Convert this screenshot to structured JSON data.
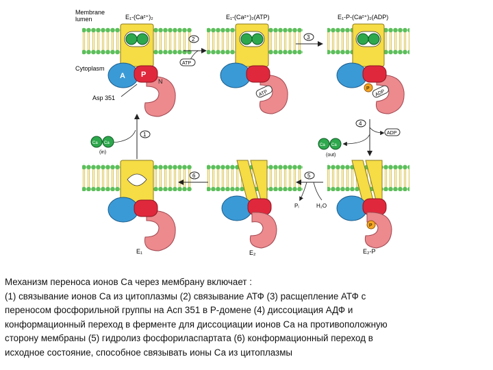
{
  "labels": {
    "membrane": "Membrane",
    "lumen": "lumen",
    "cytoplasm": "Cytoplasm",
    "asp": "Asp 351",
    "domain_a": "A",
    "domain_p": "P",
    "domain_n": "N",
    "atp": "ATP",
    "adp": "ADP",
    "phosphate_p": "P",
    "ca": "Ca",
    "ca_in": "(in)",
    "ca_out": "(out)",
    "pi": "Pᵢ",
    "h2o": "H₂O"
  },
  "states": {
    "s1": {
      "label": "E₁-(Ca²⁺)₂"
    },
    "s2": {
      "label": "E₁-(Ca²⁺)₂(ATP)"
    },
    "s3": {
      "label": "E₁-P-(Ca²⁺)₂(ADP)"
    },
    "s4": {
      "label": "E₂-P"
    },
    "s5": {
      "label": "E₂"
    },
    "s6": {
      "label": "E₁"
    }
  },
  "steps": [
    "2",
    "3",
    "4",
    "5",
    "6",
    "1"
  ],
  "caption": [
    "Механизм переноса  ионов Са через мембрану включает :",
    "(1)  связывание ионов Са из цитоплазмы (2) связывание АТФ (3) расщепление АТФ с",
    "переносом фосфорильной группы на Асп 351  в Р-домене  (4) диссоциация АДФ и",
    "конформационный переход в ферменте для диссоциации ионов Са на противоположную",
    "сторону мембраны (5) гидролиз фосфориласпартата  (6) конформационный переход в",
    "исходное состояние, способное связывать ионы Са из цитоплазмы"
  ],
  "colors": {
    "membrane_head": "#5cbf5a",
    "membrane_tail": "#f1e27a",
    "transmembrane": "#f6dc45",
    "domain_a": "#3a9ad6",
    "domain_p": "#e0283c",
    "domain_n": "#ec8a8e",
    "calcium": "#2ea84d",
    "phosphate": "#f5a623"
  }
}
